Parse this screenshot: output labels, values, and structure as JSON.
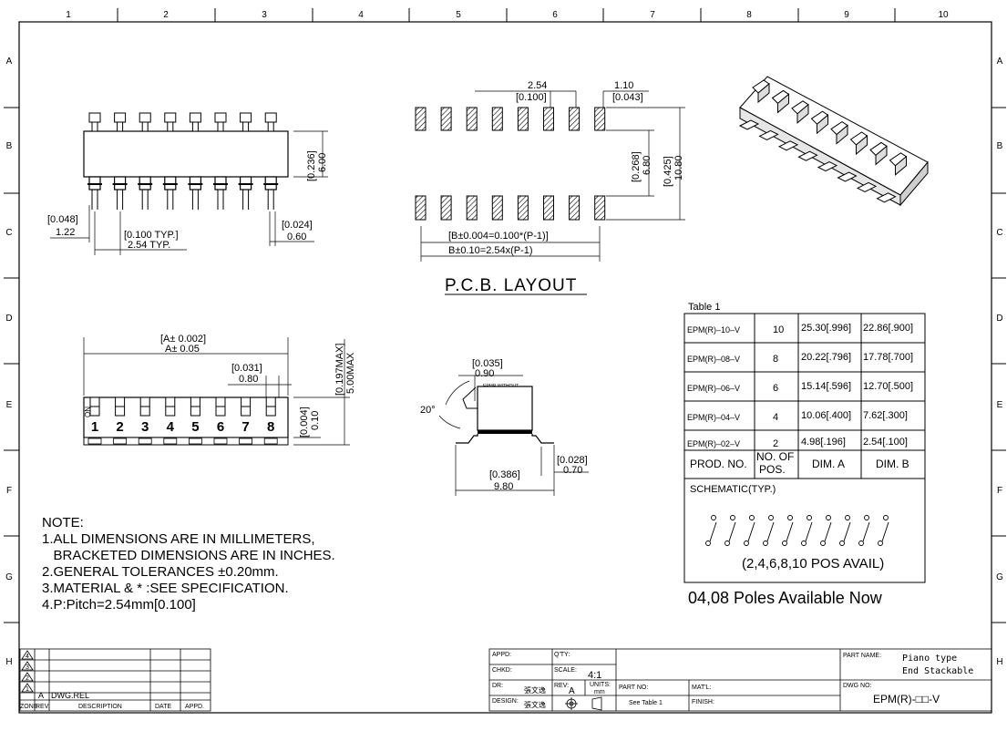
{
  "border": {
    "cols": [
      "1",
      "2",
      "3",
      "4",
      "5",
      "6",
      "7",
      "8",
      "9",
      "10"
    ],
    "rows": [
      "A",
      "B",
      "C",
      "D",
      "E",
      "F",
      "G",
      "H"
    ]
  },
  "top_view": {
    "dim_height_in": "[0.236]",
    "dim_height_mm": "6.00",
    "dim_left_in": "[0.048]",
    "dim_left_mm": "1.22",
    "dim_pitch_in": "[0.100 TYP.]",
    "dim_pitch_mm": "2.54 TYP.",
    "dim_lead_in": "[0.024]",
    "dim_lead_mm": "0.60"
  },
  "pcb_layout": {
    "title": "P.C.B.  LAYOUT",
    "dim_pitch_mm": "2.54",
    "dim_pitch_in": "[0.100]",
    "dim_pad_mm": "1.10",
    "dim_pad_in": "[0.043]",
    "dim_row_in": "[0.268]",
    "dim_row_mm": "6.80",
    "dim_total_in": "[0.425]",
    "dim_total_mm": "10.80",
    "dim_b_in": "[B±0.004=0.100*(P-1)]",
    "dim_b_mm": "B±0.10=2.54x(P-1)"
  },
  "front_view": {
    "dim_a_in": "[A± 0.002]",
    "dim_a_mm": "A± 0.05",
    "dim_gap_in": "[0.031]",
    "dim_gap_mm": "0.80",
    "dim_height_in": "[0.197MAX]",
    "dim_height_mm": "5.00MAX",
    "dim_standoff_in": "[0.004]",
    "dim_standoff_mm": "0.10",
    "position_numbers": [
      "1",
      "2",
      "3",
      "4",
      "5",
      "6",
      "7",
      "8"
    ],
    "on_mark": "ON"
  },
  "side_view": {
    "dim_top_in": "[0.035]",
    "dim_top_mm": "0.90",
    "note_small": "EPMR WITHOUT",
    "angle": "20°",
    "dim_lead_in": "[0.028]",
    "dim_lead_mm": "0.70",
    "dim_width_in": "[0.386]",
    "dim_width_mm": "9.80"
  },
  "table1": {
    "title": "Table 1",
    "rows": [
      {
        "prod": "EPM(R)–10–V",
        "pos": "10",
        "a": "25.30[.996]",
        "b": "22.86[.900]"
      },
      {
        "prod": "EPM(R)–08–V",
        "pos": "8",
        "a": "20.22[.796]",
        "b": "17.78[.700]"
      },
      {
        "prod": "EPM(R)–06–V",
        "pos": "6",
        "a": "15.14[.596]",
        "b": "12.70[.500]"
      },
      {
        "prod": "EPM(R)–04–V",
        "pos": "4",
        "a": "10.06[.400]",
        "b": "7.62[.300]"
      },
      {
        "prod": "EPM(R)–02–V",
        "pos": "2",
        "a": "4.98[.196]",
        "b": "2.54[.100]"
      }
    ],
    "header": {
      "prod": "PROD. NO.",
      "pos_1": "NO. OF",
      "pos_2": "POS.",
      "a": "DIM. A",
      "b": "DIM. B"
    },
    "schematic_title": "SCHEMATIC(TYP.)",
    "schematic_caption": "(2,4,6,8,10 POS AVAIL)"
  },
  "availability": "04,08 Poles Available Now",
  "notes": {
    "title": "NOTE:",
    "lines": [
      "1.ALL DIMENSIONS ARE IN MILLIMETERS,",
      "   BRACKETED DIMENSIONS ARE IN INCHES.",
      "2.GENERAL TOLERANCES ±0.20mm.",
      "3.MATERIAL & * :SEE SPECIFICATION.",
      "4.P:Pitch=2.54mm[0.100]"
    ]
  },
  "revision_block": {
    "markers": [
      "4",
      "3",
      "2",
      "1"
    ],
    "rev": "A",
    "desc": "DWG.REL",
    "hdr_zone": "ZONE",
    "hdr_rev": "REV.",
    "hdr_desc": "DESCRIPTION",
    "hdr_date": "DATE",
    "hdr_appd": "APPD."
  },
  "title_block": {
    "appd": "APPD:",
    "qty": "Q'TY:",
    "chkd": "CHKD:",
    "scale_label": "SCALE:",
    "scale": "4:1",
    "dr": "DR:",
    "dr_name": "張文逸",
    "rev_label": "REV:",
    "rev": "A",
    "units_label": "UNITS:",
    "units": "mm",
    "design": "DESIGN:",
    "design_name": "張文逸",
    "part_no_label": "PART NO:",
    "part_no": "See Table 1",
    "matl_label": "MAT'L:",
    "finish_label": "FINISH:",
    "part_name_label": "PART NAME:",
    "part_name_1": "Piano type",
    "part_name_2": "End Stackable",
    "dwg_no_label": "DWG NO:",
    "dwg_no": "EPM(R)-□□-V"
  }
}
